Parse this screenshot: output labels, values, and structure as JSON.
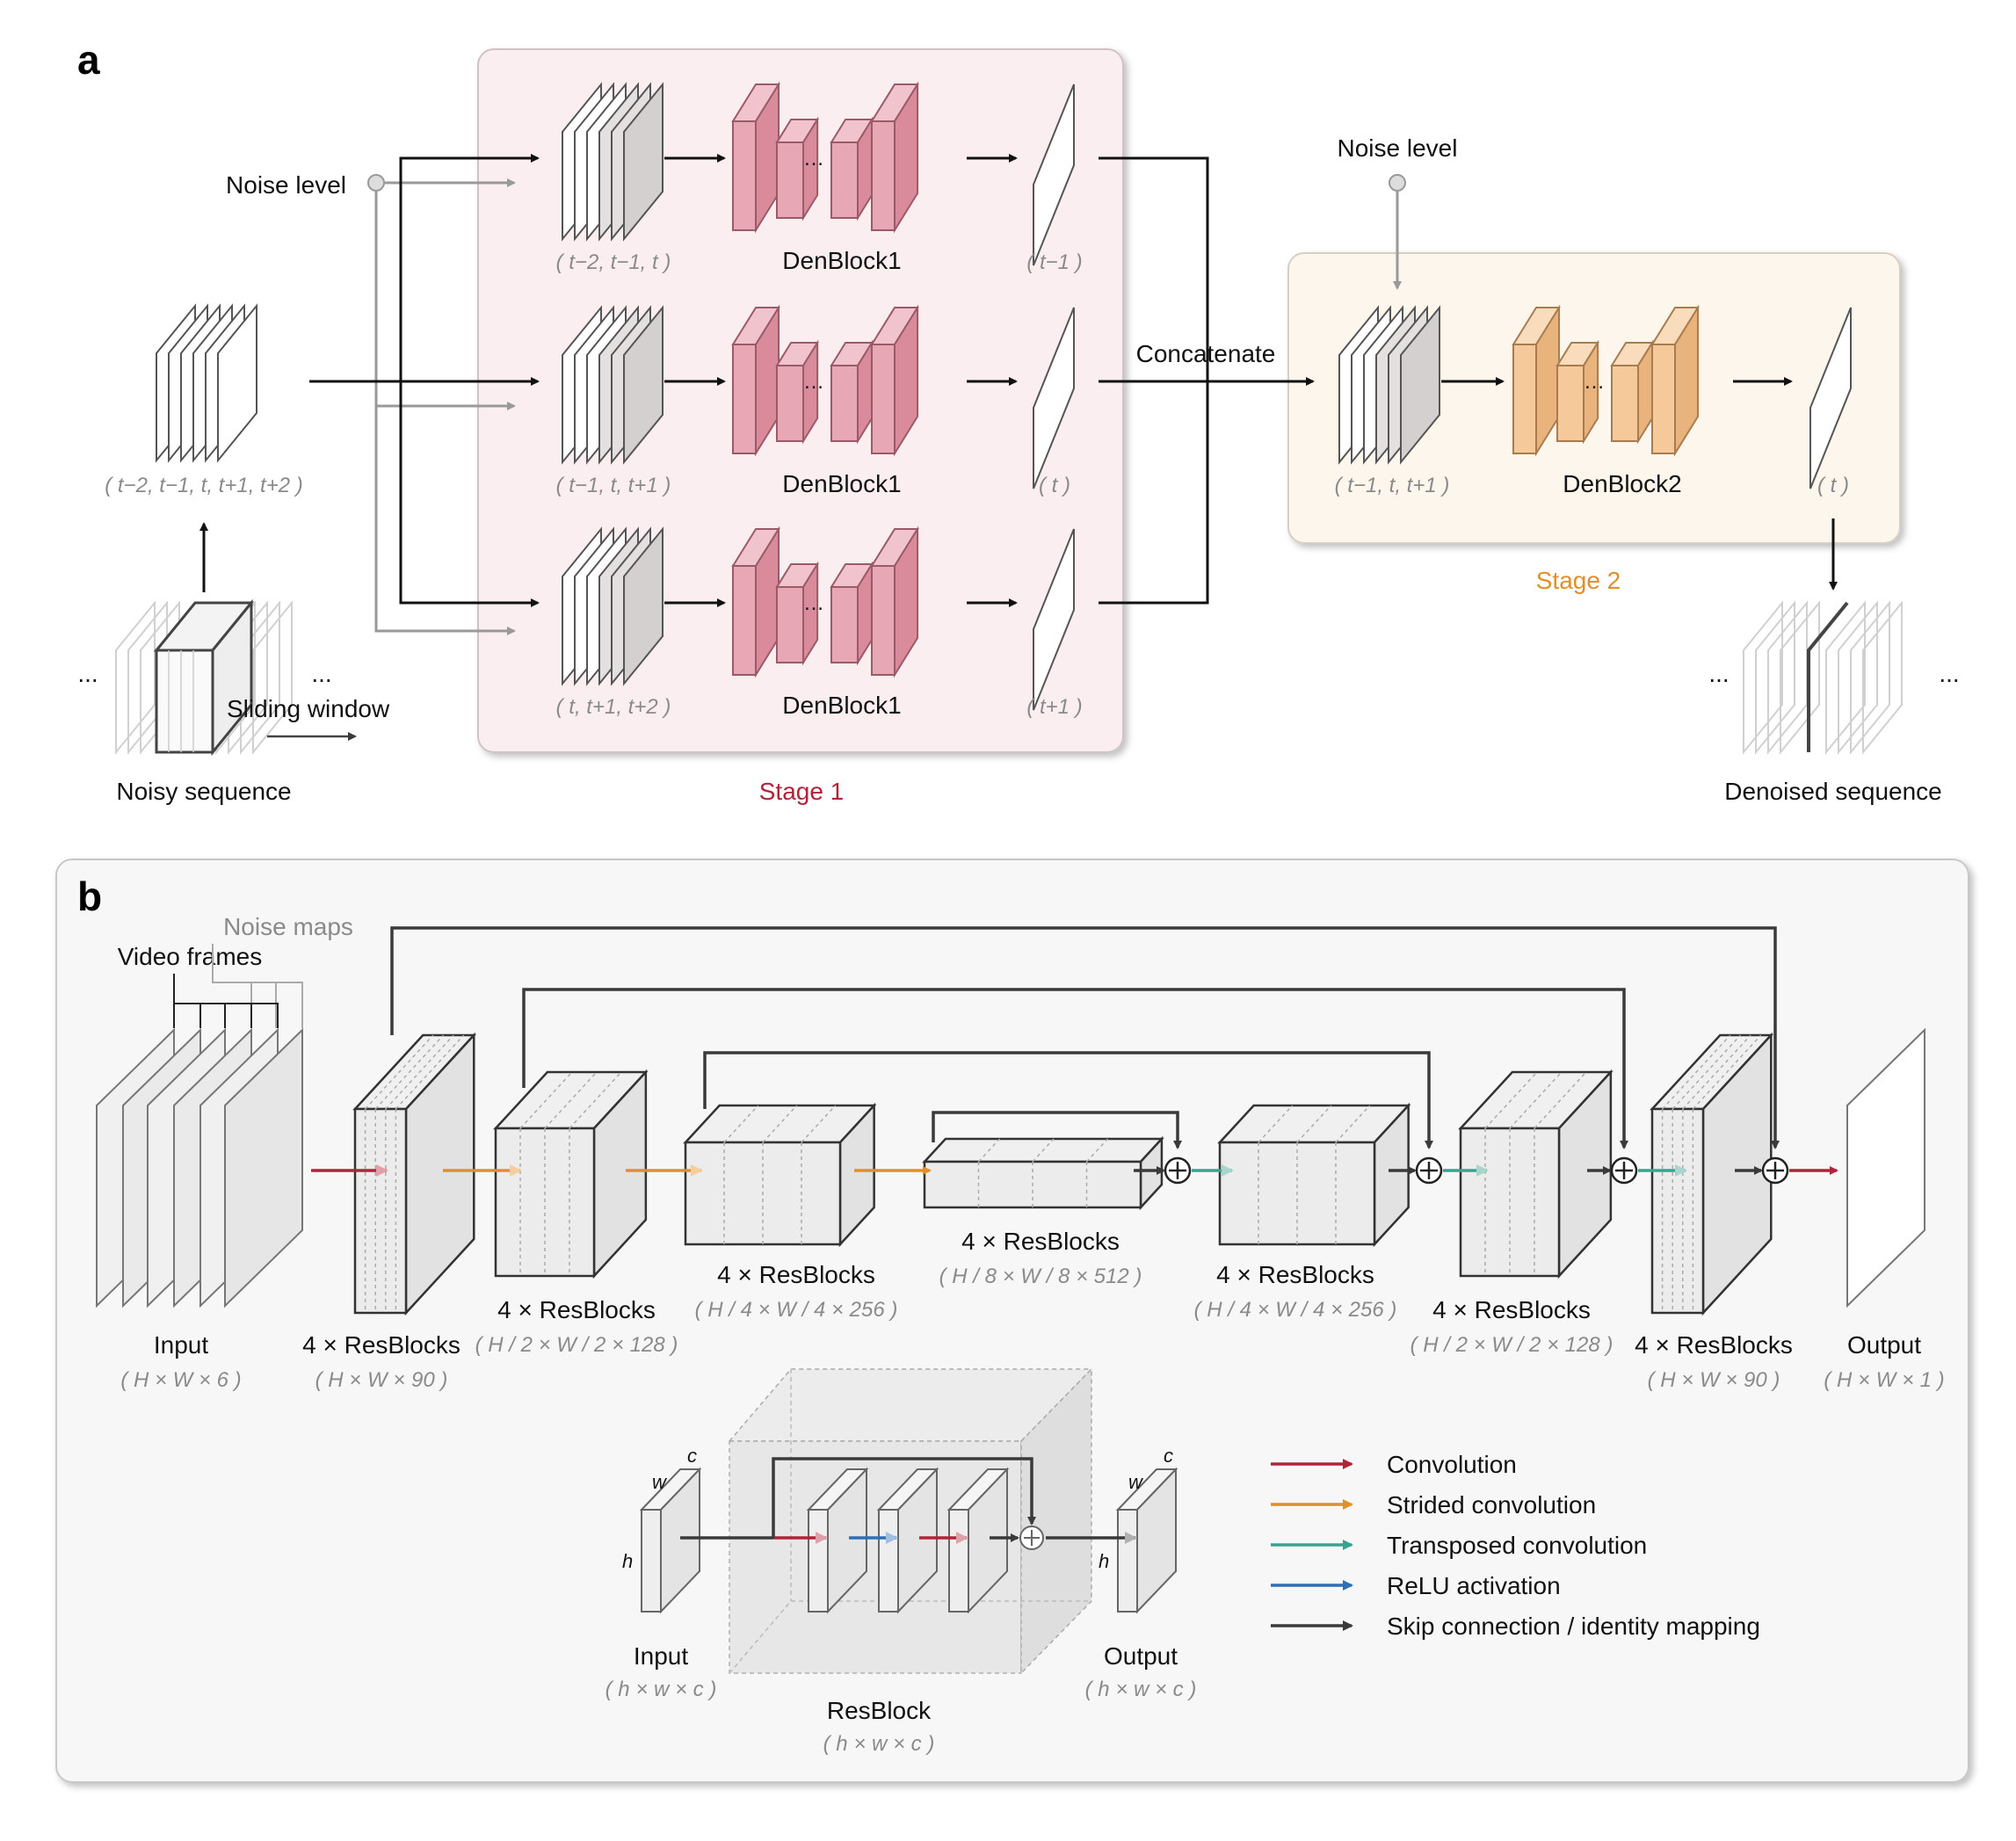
{
  "panel_a": {
    "letter": "a",
    "noise_level_left": "Noise level",
    "noise_level_right": "Noise level",
    "input_frames_label": "( t−2, t−1, t, t+1, t+2 )",
    "sliding_window": "Sliding window",
    "noisy_sequence": "Noisy sequence",
    "ellipsis": "...",
    "rows": [
      {
        "frames": "( t−2, t−1, t )",
        "block": "DenBlock1",
        "out": "( t−1 )"
      },
      {
        "frames": "( t−1, t, t+1 )",
        "block": "DenBlock1",
        "out": "( t )"
      },
      {
        "frames": "( t, t+1, t+2 )",
        "block": "DenBlock1",
        "out": "( t+1 )"
      }
    ],
    "stage1": "Stage 1",
    "concatenate": "Concatenate",
    "stage2": {
      "frames": "( t−1, t, t+1 )",
      "block": "DenBlock2",
      "out": "( t )",
      "label": "Stage 2"
    },
    "denoised_sequence": "Denoised sequence",
    "colors": {
      "stage1_fill": "#fbeef0",
      "stage1_text": "#b0243a",
      "stage2_fill": "#fdf6ec",
      "stage2_text": "#e0902a",
      "den1": "#e8a7b5",
      "den2": "#f5c99a"
    }
  },
  "panel_b": {
    "letter": "b",
    "noise_maps": "Noise maps",
    "video_frames": "Video frames",
    "blocks": [
      {
        "name": "Input",
        "dim": "( H × W × 6 )"
      },
      {
        "name": "4 × ResBlocks",
        "dim": "( H × W × 90 )"
      },
      {
        "name": "4 × ResBlocks",
        "dim": "( H / 2 × W / 2 × 128 )"
      },
      {
        "name": "4 × ResBlocks",
        "dim": "( H / 4 × W / 4 × 256 )"
      },
      {
        "name": "4 × ResBlocks",
        "dim": "( H / 8 × W / 8 × 512 )"
      },
      {
        "name": "4 × ResBlocks",
        "dim": "( H / 4 × W / 4 × 256 )"
      },
      {
        "name": "4 × ResBlocks",
        "dim": "( H / 2 × W / 2 × 128 )"
      },
      {
        "name": "4 × ResBlocks",
        "dim": "( H × W × 90 )"
      },
      {
        "name": "Output",
        "dim": "( H × W × 1 )"
      }
    ],
    "resblock": {
      "input": "Input",
      "input_dim": "( h × w × c )",
      "name": "ResBlock",
      "dim": "( h × w × c )",
      "output": "Output",
      "output_dim": "( h × w × c )",
      "w": "w",
      "c": "c",
      "h": "h"
    },
    "legend": [
      {
        "label": "Convolution",
        "color": "#b0243a"
      },
      {
        "label": "Strided convolution",
        "color": "#e0902a"
      },
      {
        "label": "Transposed convolution",
        "color": "#3aa38f"
      },
      {
        "label": "ReLU activation",
        "color": "#2e6fb5"
      },
      {
        "label": "Skip connection / identity mapping",
        "color": "#3a3a3a"
      }
    ]
  }
}
